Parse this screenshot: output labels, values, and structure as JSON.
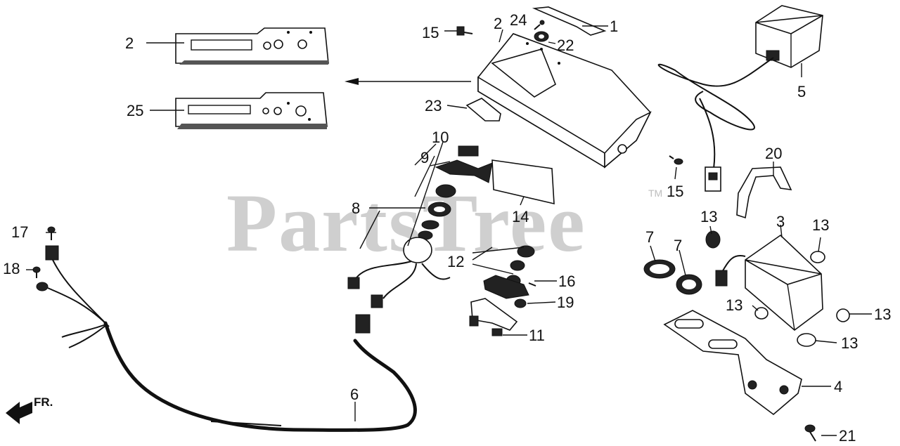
{
  "watermark": {
    "text": "PartsTree",
    "trademark": "TM"
  },
  "direction": {
    "label": "FR."
  },
  "callouts": [
    {
      "id": "c1",
      "label": "1"
    },
    {
      "id": "c2a",
      "label": "2"
    },
    {
      "id": "c2b",
      "label": "2"
    },
    {
      "id": "c24",
      "label": "24"
    },
    {
      "id": "c15a",
      "label": "15"
    },
    {
      "id": "c22",
      "label": "22"
    },
    {
      "id": "c5",
      "label": "5"
    },
    {
      "id": "c25",
      "label": "25"
    },
    {
      "id": "c23",
      "label": "23"
    },
    {
      "id": "c10",
      "label": "10"
    },
    {
      "id": "c9",
      "label": "9"
    },
    {
      "id": "c15b",
      "label": "15"
    },
    {
      "id": "c20",
      "label": "20"
    },
    {
      "id": "c8",
      "label": "8"
    },
    {
      "id": "c14",
      "label": "14"
    },
    {
      "id": "c13a",
      "label": "13"
    },
    {
      "id": "c3",
      "label": "3"
    },
    {
      "id": "c13b",
      "label": "13"
    },
    {
      "id": "c17",
      "label": "17"
    },
    {
      "id": "c7a",
      "label": "7"
    },
    {
      "id": "c7b",
      "label": "7"
    },
    {
      "id": "c12",
      "label": "12"
    },
    {
      "id": "c18",
      "label": "18"
    },
    {
      "id": "c16",
      "label": "16"
    },
    {
      "id": "c19",
      "label": "19"
    },
    {
      "id": "c13c",
      "label": "13"
    },
    {
      "id": "c13d",
      "label": "13"
    },
    {
      "id": "c11",
      "label": "11"
    },
    {
      "id": "c13e",
      "label": "13"
    },
    {
      "id": "c4",
      "label": "4"
    },
    {
      "id": "c6",
      "label": "6"
    },
    {
      "id": "c21",
      "label": "21"
    }
  ]
}
